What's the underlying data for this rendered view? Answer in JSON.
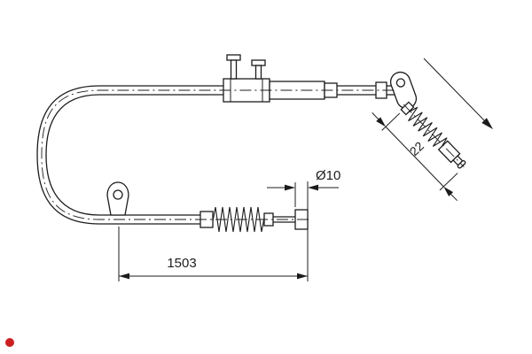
{
  "page": {
    "background": "#ffffff"
  },
  "diagram": {
    "kind": "brake-cable-technical-drawing",
    "line_color": "#1c1c1c",
    "logo_color": "#cc1f1f",
    "annotations": {
      "total_length": "1503",
      "diameter": "Ø10",
      "end_length": "22"
    }
  }
}
